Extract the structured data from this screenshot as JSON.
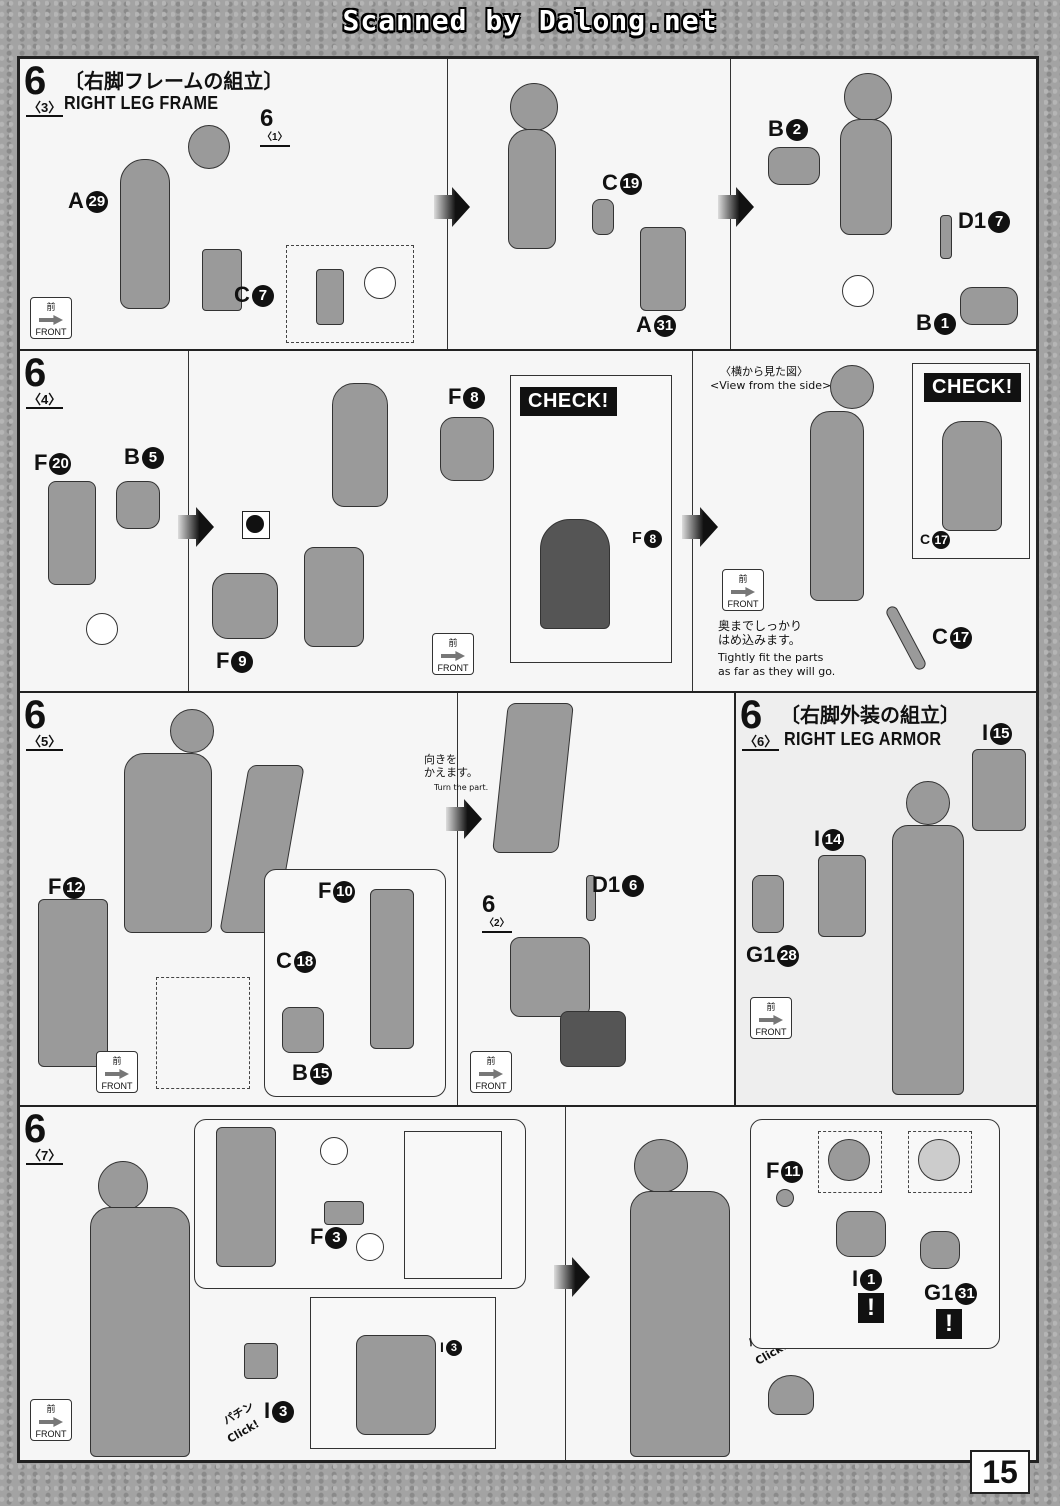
{
  "watermark": "Scanned by Dalong.net",
  "page_number": "15",
  "step3": {
    "num": "6",
    "sub": "3",
    "jp_title": "〔右脚フレームの組立〕",
    "en_title": "RIGHT LEG FRAME",
    "ref_num": "6",
    "ref_sub": "1",
    "labels": [
      "A",
      "C",
      "C",
      "A",
      "B",
      "D1",
      "B"
    ],
    "label_nums": [
      "29",
      "7",
      "19",
      "31",
      "2",
      "7",
      "1"
    ]
  },
  "step4": {
    "num": "6",
    "sub": "4",
    "labels": [
      "F",
      "B",
      "F",
      "F",
      "F",
      "C",
      "C"
    ],
    "label_nums": [
      "20",
      "5",
      "8",
      "9",
      "8",
      "17",
      "17"
    ],
    "check": "CHECK!",
    "view_jp": "〈横から見た図〉",
    "view_en": "<View from the side>",
    "note_jp": "奥までしっかり\nはめ込みます。",
    "note_en": "Tightly fit the parts\nas far as they will go."
  },
  "step5": {
    "num": "6",
    "sub": "5",
    "labels": [
      "F",
      "F",
      "C",
      "B",
      "D1"
    ],
    "label_nums": [
      "12",
      "10",
      "18",
      "15",
      "6"
    ],
    "turn_jp": "向きを\nかえます。",
    "turn_en": "Turn the part.",
    "ref_num": "6",
    "ref_sub": "2"
  },
  "step6": {
    "num": "6",
    "sub": "6",
    "jp_title": "〔右脚外装の組立〕",
    "en_title": "RIGHT LEG ARMOR",
    "labels": [
      "I",
      "I",
      "G1"
    ],
    "label_nums": [
      "15",
      "14",
      "28"
    ]
  },
  "step7": {
    "num": "6",
    "sub": "7",
    "labels": [
      "F",
      "I",
      "I",
      "F",
      "I",
      "G1"
    ],
    "label_nums": [
      "3",
      "3",
      "3",
      "11",
      "1",
      "31"
    ],
    "click_jp": "パチン",
    "click_en": "Click!"
  },
  "front_jp": "前",
  "front_en": "FRONT",
  "colors": {
    "paper": "#f4f4f4",
    "part": "#9a9a9a",
    "ink": "#111111"
  }
}
